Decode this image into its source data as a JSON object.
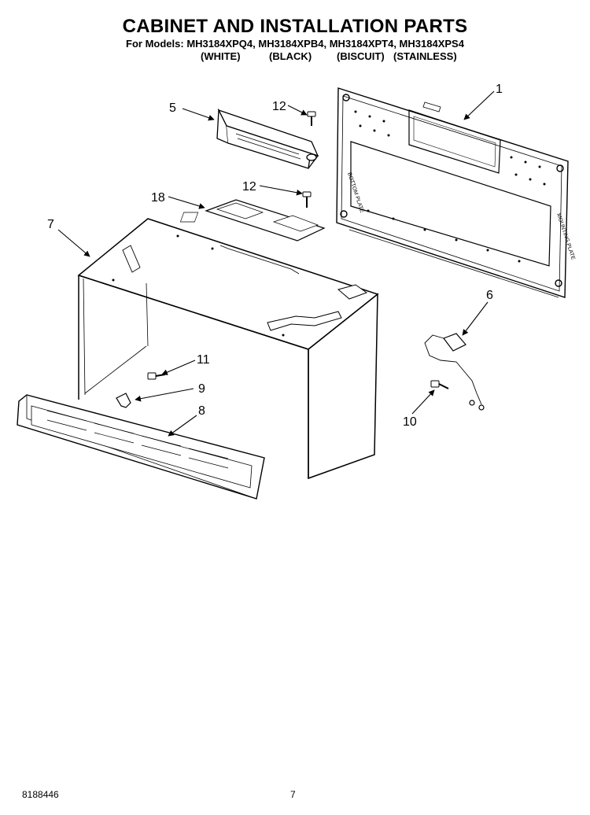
{
  "header": {
    "title": "CABINET AND INSTALLATION PARTS",
    "models_line": "For Models: MH3184XPQ4, MH3184XPB4, MH3184XPT4, MH3184XPS4",
    "variants": [
      "(WHITE)",
      "(BLACK)",
      "(BISCUIT)",
      "(STAINLESS)"
    ]
  },
  "plate_labels": [
    "BOTTOM PLATE",
    "MOUNTING PLATE"
  ],
  "callouts": {
    "c1": "1",
    "c5": "5",
    "c12a": "12",
    "c12b": "12",
    "c18": "18",
    "c7": "7",
    "c6": "6",
    "c11": "11",
    "c9": "9",
    "c8": "8",
    "c10": "10"
  },
  "footer": {
    "doc_number": "8188446",
    "page_number": "7"
  }
}
